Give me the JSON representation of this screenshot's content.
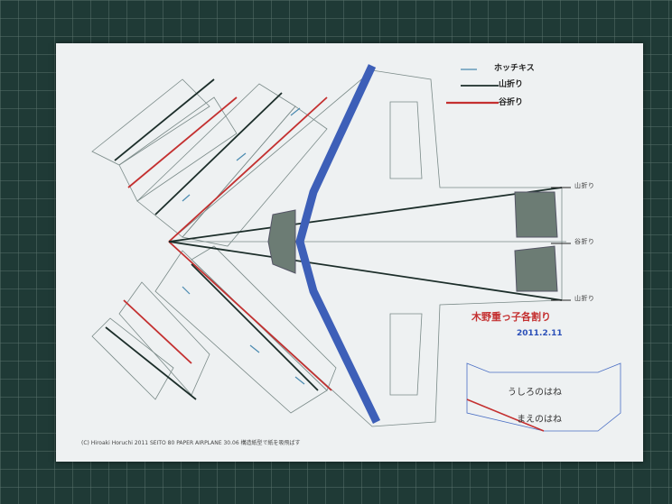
{
  "legend": {
    "staple": "ホッチキス",
    "valley_fold": "山折り",
    "mountain_fold": "谷折り"
  },
  "fold_marks": {
    "top": "山折り",
    "middle": "谷折り",
    "bottom": "山折り"
  },
  "caption": {
    "title": "木野重っ子各割り",
    "date": "2011.2.11"
  },
  "tail_labels": {
    "rear_wing": "うしろのはね",
    "front_wing": "まえのはね"
  },
  "footer_text": "(C) Hiroaki Horuchi 2011   SEITO 80 PAPER AIRPLANE 30.06   構造紙型で紙を吸飛ばす",
  "colors": {
    "mat": "#1f3a36",
    "paper": "#eef1f2",
    "blue_band": "#3d5fb8",
    "red_line": "#c43030",
    "dark_line": "#1c2e2a",
    "gray_fill": "#6c7c74"
  }
}
